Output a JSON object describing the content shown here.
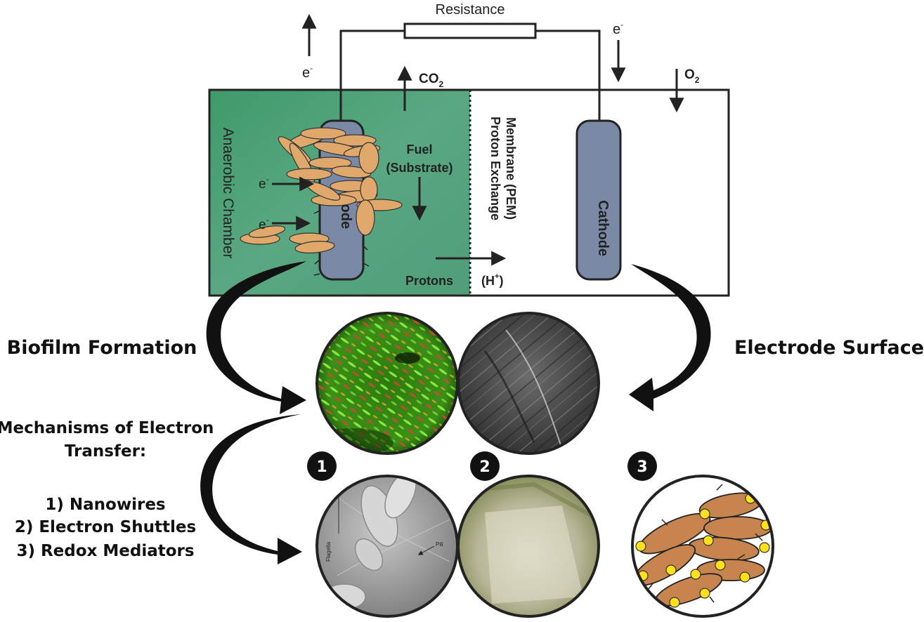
{
  "circuit": {
    "resistance_label": "Resistance",
    "electron_symbol": "e",
    "electron_charge": "-",
    "co2_label": "CO",
    "co2_sub": "2",
    "o2_label": "O",
    "o2_sub": "2"
  },
  "chamber": {
    "anaerobic_label": "Anaerobic Chamber",
    "anode_label": "Anode",
    "cathode_label": "Cathode",
    "fuel_line1": "Fuel",
    "fuel_line2": "(Substrate)",
    "membrane_line1": "Proton Exchange",
    "membrane_line2": "Membrane (PEM)",
    "protons_label": "Protons",
    "hplus_label": "(H",
    "hplus_sup": "+",
    "hplus_close": ")"
  },
  "side_labels": {
    "biofilm": "Biofilm Formation",
    "electrode": "Electrode Surface",
    "mechanisms_line1": "Mechanisms of Electron",
    "mechanisms_line2": "Transfer:",
    "item1": "1) Nanowires",
    "item2": "2) Electron Shuttles",
    "item3": "3) Redox Mediators"
  },
  "badges": {
    "one": "1",
    "two": "2",
    "three": "3"
  },
  "micrograph": {
    "flagella": "Flagella",
    "pili": "Pili"
  },
  "colors": {
    "chamber_green": "#4e9e74",
    "electrode_blue": "#7a8aa6",
    "bacteria_orange": "#e0a86a",
    "mediator_yellow": "#ffe11a"
  }
}
